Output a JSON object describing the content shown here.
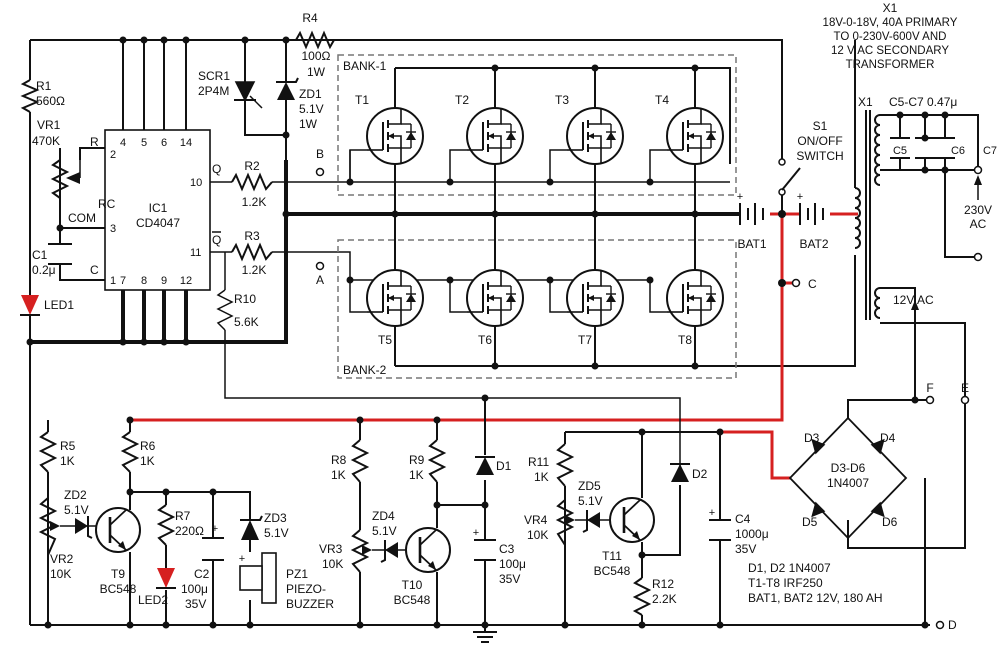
{
  "transformer": {
    "ref": "X1",
    "ref2": "X1",
    "desc": [
      "18V-0-18V, 40A PRIMARY",
      "TO 0-230V-600V AND",
      "12 V AC SECONDARY",
      "TRANSFORMER"
    ],
    "cap_label": "C5-C7  0.47μ",
    "c5": "C5",
    "c6": "C6",
    "c7": "C7",
    "out_v": "230V",
    "out_ac": "AC",
    "sec_label": "12V AC"
  },
  "r4": {
    "ref": "R4",
    "val": "100Ω",
    "pwr": "1W"
  },
  "bank1": "BANK-1",
  "bank2": "BANK-2",
  "scr1": {
    "ref": "SCR1",
    "val": "2P4M"
  },
  "zd1": {
    "ref": "ZD1",
    "v": "5.1V",
    "p": "1W"
  },
  "r1": {
    "ref": "R1",
    "val": "560Ω"
  },
  "vr1": {
    "ref": "VR1",
    "val": "470K"
  },
  "ic1": {
    "ref": "IC1",
    "part": "CD4047",
    "pins_top": [
      "2",
      "4",
      "5",
      "6",
      "14"
    ],
    "pins_bottom": [
      "7",
      "8",
      "9",
      "12"
    ],
    "pin_10": "10",
    "pin_11": "11",
    "pin_3": "3",
    "pin_1": "1",
    "lbl_r": "R",
    "lbl_rc": "RC",
    "lbl_com": "COM",
    "lbl_c": "C",
    "lbl_q": "Q",
    "lbl_qbar": "Q"
  },
  "r2": {
    "ref": "R2",
    "val": "1.2K"
  },
  "r3": {
    "ref": "R3",
    "val": "1.2K"
  },
  "c1": {
    "ref": "C1",
    "val": "0.2μ"
  },
  "led1": "LED1",
  "r10": {
    "ref": "R10",
    "val": "5.6K"
  },
  "points": {
    "a": "A",
    "b": "B",
    "c": "C",
    "d": "D",
    "e": "E",
    "f": "F"
  },
  "mosfets": [
    "T1",
    "T2",
    "T3",
    "T4",
    "T5",
    "T6",
    "T7",
    "T8"
  ],
  "bat1": "BAT1",
  "bat2": "BAT2",
  "s1": [
    "S1",
    "ON/OFF",
    "SWITCH"
  ],
  "bridge": {
    "d3": "D3",
    "d4": "D4",
    "d5": "D5",
    "d6": "D6",
    "name": "D3-D6",
    "part": "1N4007"
  },
  "r5": {
    "ref": "R5",
    "val": "1K"
  },
  "r6": {
    "ref": "R6",
    "val": "1K"
  },
  "zd2": {
    "ref": "ZD2",
    "v": "5.1V"
  },
  "vr2": {
    "ref": "VR2",
    "val": "10K"
  },
  "t9": {
    "ref": "T9",
    "part": "BC548"
  },
  "r7": {
    "ref": "R7",
    "val": "220Ω"
  },
  "led2": "LED2",
  "c2": {
    "ref": "C2",
    "val": "100μ",
    "v": "35V"
  },
  "zd3": {
    "ref": "ZD3",
    "v": "5.1V"
  },
  "pz1": {
    "ref": "PZ1",
    "l1": "PIEZO-",
    "l2": "BUZZER"
  },
  "r8": {
    "ref": "R8",
    "val": "1K"
  },
  "zd4": {
    "ref": "ZD4",
    "v": "5.1V"
  },
  "vr3": {
    "ref": "VR3",
    "val": "10K"
  },
  "t10": {
    "ref": "T10",
    "part": "BC548"
  },
  "r9": {
    "ref": "R9",
    "val": "1K"
  },
  "d1": "D1",
  "c3": {
    "ref": "C3",
    "val": "100μ",
    "v": "35V"
  },
  "r11": {
    "ref": "R11",
    "val": "1K"
  },
  "zd5": {
    "ref": "ZD5",
    "v": "5.1V"
  },
  "vr4": {
    "ref": "VR4",
    "val": "10K"
  },
  "t11": {
    "ref": "T11",
    "part": "BC548"
  },
  "r12": {
    "ref": "R12",
    "val": "2.2K"
  },
  "d2": "D2",
  "c4": {
    "ref": "C4",
    "val": "1000μ",
    "v": "35V"
  },
  "notes": [
    "D1, D2  1N4007",
    "T1-T8  IRF250",
    "BAT1, BAT2  12V, 180 AH"
  ],
  "plus": "+"
}
